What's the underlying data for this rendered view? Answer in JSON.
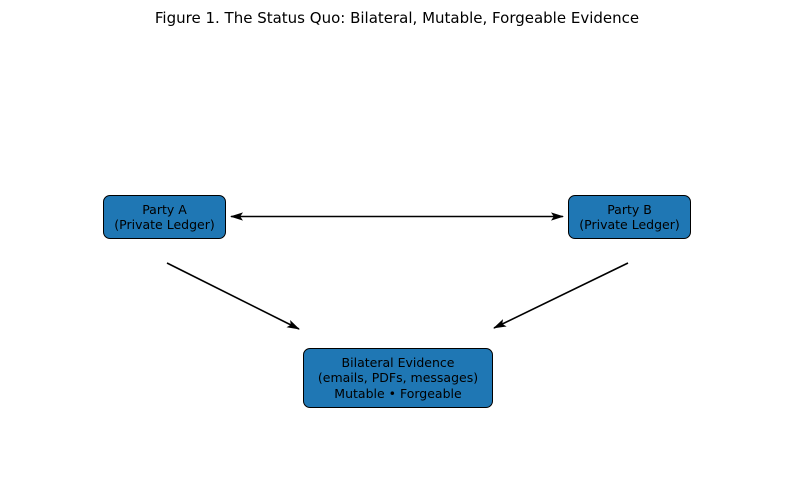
{
  "title": "Figure 1. The Status Quo: Bilateral, Mutable, Forgeable Evidence",
  "nodes": {
    "party_a": {
      "lines": [
        "Party A",
        "(Private Ledger)"
      ]
    },
    "party_b": {
      "lines": [
        "Party B",
        "(Private Ledger)"
      ]
    },
    "evidence": {
      "lines": [
        "Bilateral Evidence",
        "(emails, PDFs, messages)",
        "Mutable • Forgeable"
      ]
    }
  },
  "edges": [
    {
      "from": "party_a",
      "to": "party_b",
      "type": "bidirectional"
    },
    {
      "from": "party_a",
      "to": "evidence",
      "type": "directed"
    },
    {
      "from": "party_b",
      "to": "evidence",
      "type": "directed"
    }
  ],
  "colors": {
    "node_fill": "#1f77b4",
    "node_border": "#000000",
    "arrow": "#000000",
    "background": "#ffffff",
    "text": "#000000"
  }
}
